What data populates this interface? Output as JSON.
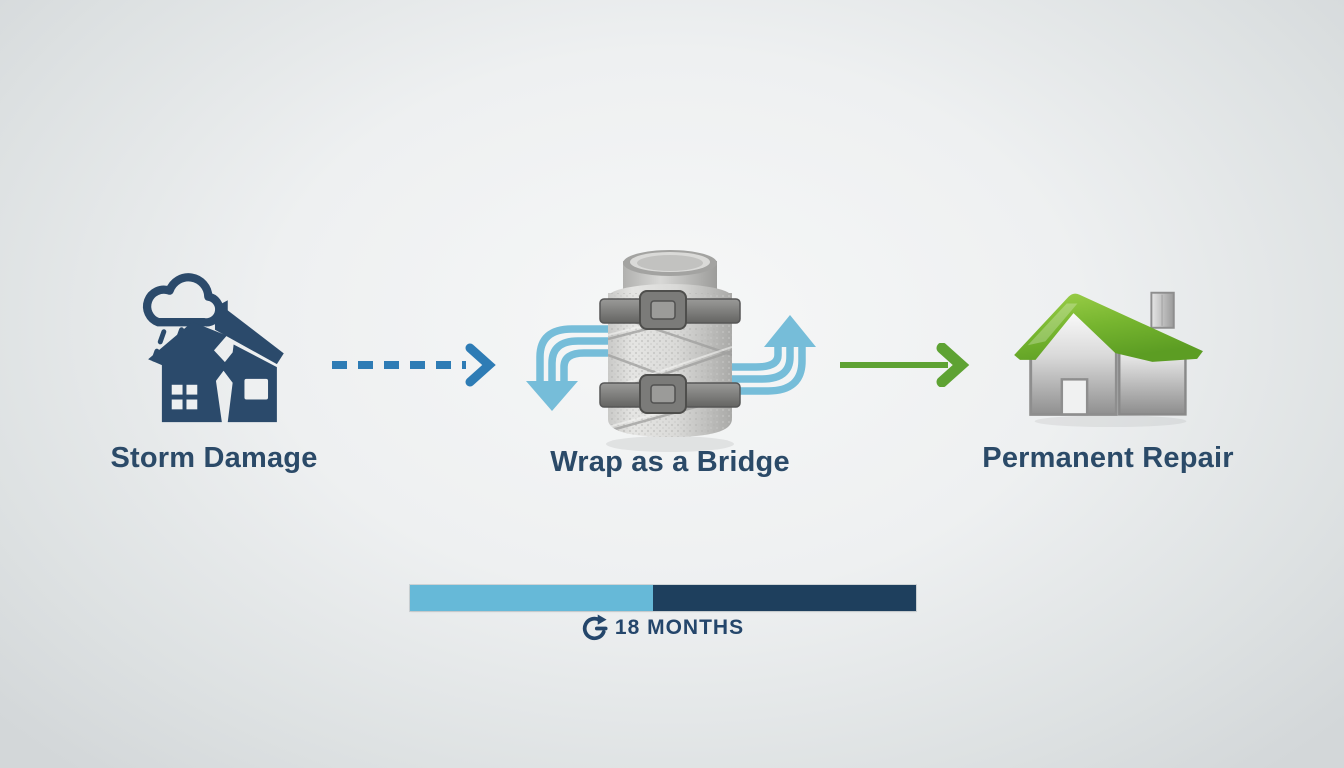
{
  "figure": {
    "type": "process-infographic",
    "background": {
      "center_color": "#f6f7f7",
      "edge_color": "#d3d7d9"
    }
  },
  "steps": [
    {
      "id": "storm-damage",
      "label": "Storm Damage",
      "icon": "storm-damaged-house-icon",
      "icon_color": "#2b4a6b"
    },
    {
      "id": "wrap-as-bridge",
      "label": "Wrap as a Bridge",
      "icon": "wrapped-pipe-icon",
      "flow_arrow_color": "#76bdd9"
    },
    {
      "id": "permanent-repair",
      "label": "Permanent Repair",
      "icon": "repaired-house-icon",
      "roof_color": "#6fae2f"
    }
  ],
  "connectors": [
    {
      "from": "storm-damage",
      "to": "wrap-as-bridge",
      "style": "dashed",
      "color": "#2e7cb5",
      "icon": "dashed-arrow-right-icon"
    },
    {
      "from": "wrap-as-bridge",
      "to": "permanent-repair",
      "style": "solid",
      "color": "#5ea233",
      "icon": "solid-arrow-right-icon"
    }
  ],
  "timeline": {
    "duration_label": "18 MONTHS",
    "icon": "clock-rotate-icon",
    "elapsed_percent": 48,
    "elapsed_color": "#66b9d8",
    "remaining_color": "#1e3f5d",
    "label_color": "#24466b"
  },
  "label_color": "#2b4a68"
}
